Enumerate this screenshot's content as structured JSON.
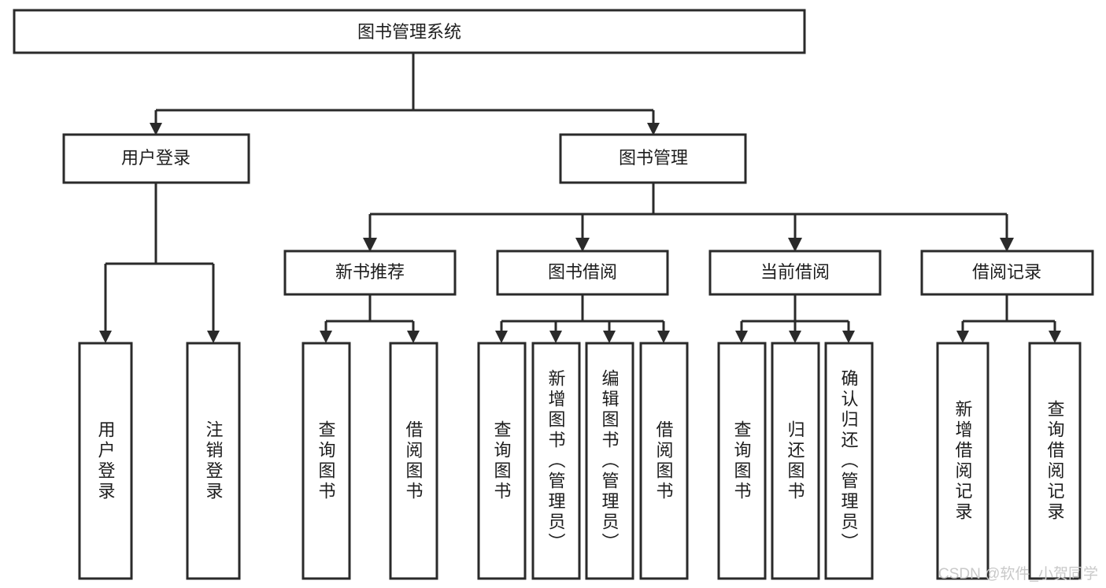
{
  "diagram": {
    "type": "tree-hierarchy",
    "root": {
      "id": "root",
      "label": "图书管理系统"
    },
    "level2": [
      {
        "id": "user-login",
        "label": "用户登录"
      },
      {
        "id": "book-manage",
        "label": "图书管理"
      }
    ],
    "level3": [
      {
        "id": "new-book-recommend",
        "label": "新书推荐",
        "parent": "book-manage"
      },
      {
        "id": "book-borrow",
        "label": "图书借阅",
        "parent": "book-manage"
      },
      {
        "id": "current-borrow",
        "label": "当前借阅",
        "parent": "book-manage"
      },
      {
        "id": "borrow-record",
        "label": "借阅记录",
        "parent": "book-manage"
      }
    ],
    "leaves": {
      "user-login": [
        {
          "id": "leaf-user-login",
          "label": "用户登录"
        },
        {
          "id": "leaf-logout-login",
          "label": "注销登录"
        }
      ],
      "new-book-recommend": [
        {
          "id": "leaf-query-book-1",
          "label": "查询图书"
        },
        {
          "id": "leaf-borrow-book-1",
          "label": "借阅图书"
        }
      ],
      "book-borrow": [
        {
          "id": "leaf-query-book-2",
          "label": "查询图书"
        },
        {
          "id": "leaf-add-book",
          "label": "新增图书（管理员）"
        },
        {
          "id": "leaf-edit-book",
          "label": "编辑图书（管理员）"
        },
        {
          "id": "leaf-borrow-book-2",
          "label": "借阅图书"
        }
      ],
      "current-borrow": [
        {
          "id": "leaf-query-book-3",
          "label": "查询图书"
        },
        {
          "id": "leaf-return-book",
          "label": "归还图书"
        },
        {
          "id": "leaf-confirm-return",
          "label": "确认归还（管理员）"
        }
      ],
      "borrow-record": [
        {
          "id": "leaf-add-borrow-record",
          "label": "新增借阅记录"
        },
        {
          "id": "leaf-query-borrow-record",
          "label": "查询借阅记录"
        }
      ]
    }
  },
  "watermark": {
    "text": "CSDN @软件_小贺同学"
  },
  "colors": {
    "stroke": "#2a2a2a",
    "fill": "#ffffff",
    "text": "#1d1d1d",
    "watermark": "#c9c9c9"
  }
}
